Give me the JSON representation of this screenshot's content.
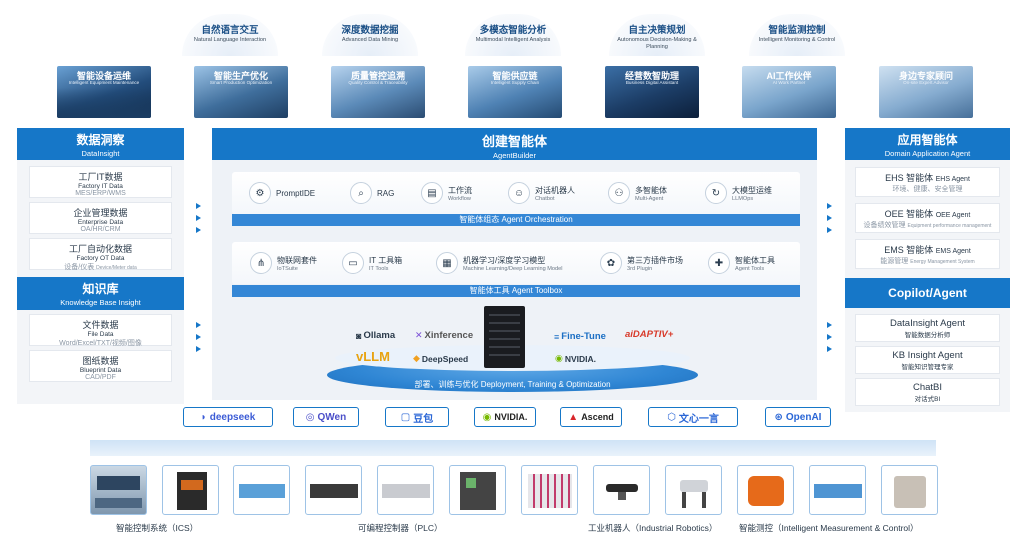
{
  "capabilities": [
    {
      "title": "自然语言交互",
      "sub": "Natural Language Interaction"
    },
    {
      "title": "深度数据挖掘",
      "sub": "Advanced Data Mining"
    },
    {
      "title": "多模态智能分析",
      "sub": "Multimodal Intelligent Analysis"
    },
    {
      "title": "自主决策规划",
      "sub": "Autonomous Decision-Making & Planning"
    },
    {
      "title": "智能监测控制",
      "sub": "Intelligent Monitoring & Control"
    }
  ],
  "scenarios": [
    {
      "title": "智能设备运维",
      "sub": "Intelligent Equipment Maintenance"
    },
    {
      "title": "智能生产优化",
      "sub": "Smart Production Optimization"
    },
    {
      "title": "质量管控追溯",
      "sub": "Quality Control & Traceability"
    },
    {
      "title": "智能供应链",
      "sub": "Intelligent Supply Chain"
    },
    {
      "title": "经营数智助理",
      "sub": "Business Digital Assistant"
    },
    {
      "title": "AI工作伙伴",
      "sub": "AI Work Partner"
    },
    {
      "title": "身边专家顾问",
      "sub": "On-site Expert Advisor"
    }
  ],
  "datainsight": {
    "title": "数据洞察",
    "subtitle": "DataInsight",
    "items": [
      {
        "a": "工厂IT数据",
        "b": "Factory IT Data",
        "c": "MES/ERP/WMS"
      },
      {
        "a": "企业管理数据",
        "b": "Enterprise Data",
        "c": "OA/HR/CRM"
      },
      {
        "a": "工厂自动化数据",
        "b": "Factory OT Data",
        "c": "设备/仪表",
        "d": "Device/Meter data"
      }
    ]
  },
  "knowledge": {
    "title": "知识库",
    "subtitle": "Knowledge Base Insight",
    "items": [
      {
        "a": "文件数据",
        "b": "File Data",
        "c": "Word/Excel/TXT/视频/图像"
      },
      {
        "a": "图纸数据",
        "b": "Blueprint Data",
        "c": "CAD/PDF"
      }
    ]
  },
  "agentbuilder": {
    "title": "创建智能体",
    "subtitle": "AgentBuilder",
    "row1": [
      {
        "icon": "⚙",
        "name": "PromptIDE",
        "sub": ""
      },
      {
        "icon": "⌕",
        "name": "RAG",
        "sub": ""
      },
      {
        "icon": "▤",
        "name": "工作流",
        "sub": "Workflow"
      },
      {
        "icon": "☺",
        "name": "对话机器人",
        "sub": "Chatbot"
      },
      {
        "icon": "⚇",
        "name": "多智能体",
        "sub": "Multi-Agent"
      },
      {
        "icon": "↻",
        "name": "大模型运维",
        "sub": "LLMOps"
      }
    ],
    "orchestration": "智能体组态 Agent Orchestration",
    "row2": [
      {
        "icon": "⋔",
        "name": "物联网套件",
        "sub": "IoTSuite"
      },
      {
        "icon": "▭",
        "name": "IT 工具箱",
        "sub": "IT Tools"
      },
      {
        "icon": "▦",
        "name": "机器学习/深度学习模型",
        "sub": "Machine Learning/Deep Learning Model"
      },
      {
        "icon": "✿",
        "name": "第三方插件市场",
        "sub": "3rd Plugin"
      },
      {
        "icon": "✚",
        "name": "智能体工具",
        "sub": "Agent Tools"
      }
    ],
    "toolbox": "智能体工具 Agent Toolbox",
    "frameworks": [
      {
        "glyph": "◙",
        "name": "Ollama",
        "color": "#222222"
      },
      {
        "glyph": "✕",
        "name": "Xinference",
        "color": "#7a4fd6"
      },
      {
        "glyph": "≡",
        "name": "Fine-Tune",
        "color": "#1b6fc4"
      },
      {
        "glyph": "",
        "name": "aiDAPTIV+",
        "color": "#d83a2a"
      },
      {
        "glyph": "",
        "name": "vLLM",
        "color": "#e8a312"
      },
      {
        "glyph": "◆",
        "name": "DeepSpeed",
        "color": "#222222"
      },
      {
        "glyph": "◉",
        "name": "NVIDIA.",
        "color": "#222222"
      }
    ],
    "deployment": "部署、训练与优化 Deployment, Training & Optimization"
  },
  "domain_agent": {
    "title": "应用智能体",
    "subtitle": "Domain Application Agent",
    "items": [
      {
        "a": "EHS 智能体",
        "a2": "EHS Agent",
        "c": "环境、健康、安全管理"
      },
      {
        "a": "OEE 智能体",
        "a2": "OEE Agent",
        "c": "设备绩效管理",
        "d": "Equipment performance management"
      },
      {
        "a": "EMS 智能体",
        "a2": "EMS Agent",
        "c": "能源管理",
        "d": "Energy Management System"
      }
    ]
  },
  "copilot": {
    "title": "Copilot/Agent",
    "items": [
      {
        "a": "DataInsight Agent",
        "b": "智能数据分析师"
      },
      {
        "a": "KB Insight Agent",
        "b": "智能知识管理专家"
      },
      {
        "a": "ChatBI",
        "b": "对话式BI"
      }
    ]
  },
  "models": [
    {
      "icon": "◗",
      "name": "deepseek",
      "color": "#3b5bd6"
    },
    {
      "icon": "◎",
      "name": "QWen",
      "color": "#4b4fc9"
    },
    {
      "icon": "▢",
      "name": "豆包",
      "color": "#2a66d6"
    },
    {
      "icon": "◉",
      "name": "NVIDIA.",
      "color": "#222222"
    },
    {
      "icon": "▲",
      "name": "Ascend",
      "color": "#222222"
    },
    {
      "icon": "⬡",
      "name": "文心一言",
      "color": "#2a66d6"
    },
    {
      "icon": "⊛",
      "name": "OpenAI",
      "color": "#2a66d6"
    }
  ],
  "device_groups": [
    {
      "label": "智能控制系统（ICS）"
    },
    {
      "label": "可编程控制器（PLC）"
    },
    {
      "label": "工业机器人（Industrial Robotics）"
    },
    {
      "label": "智能测控（Intelligent Measurement & Control）"
    }
  ],
  "colors": {
    "primary": "#1677c8",
    "band": "#3487d6",
    "panel": "#f3f5f8"
  }
}
